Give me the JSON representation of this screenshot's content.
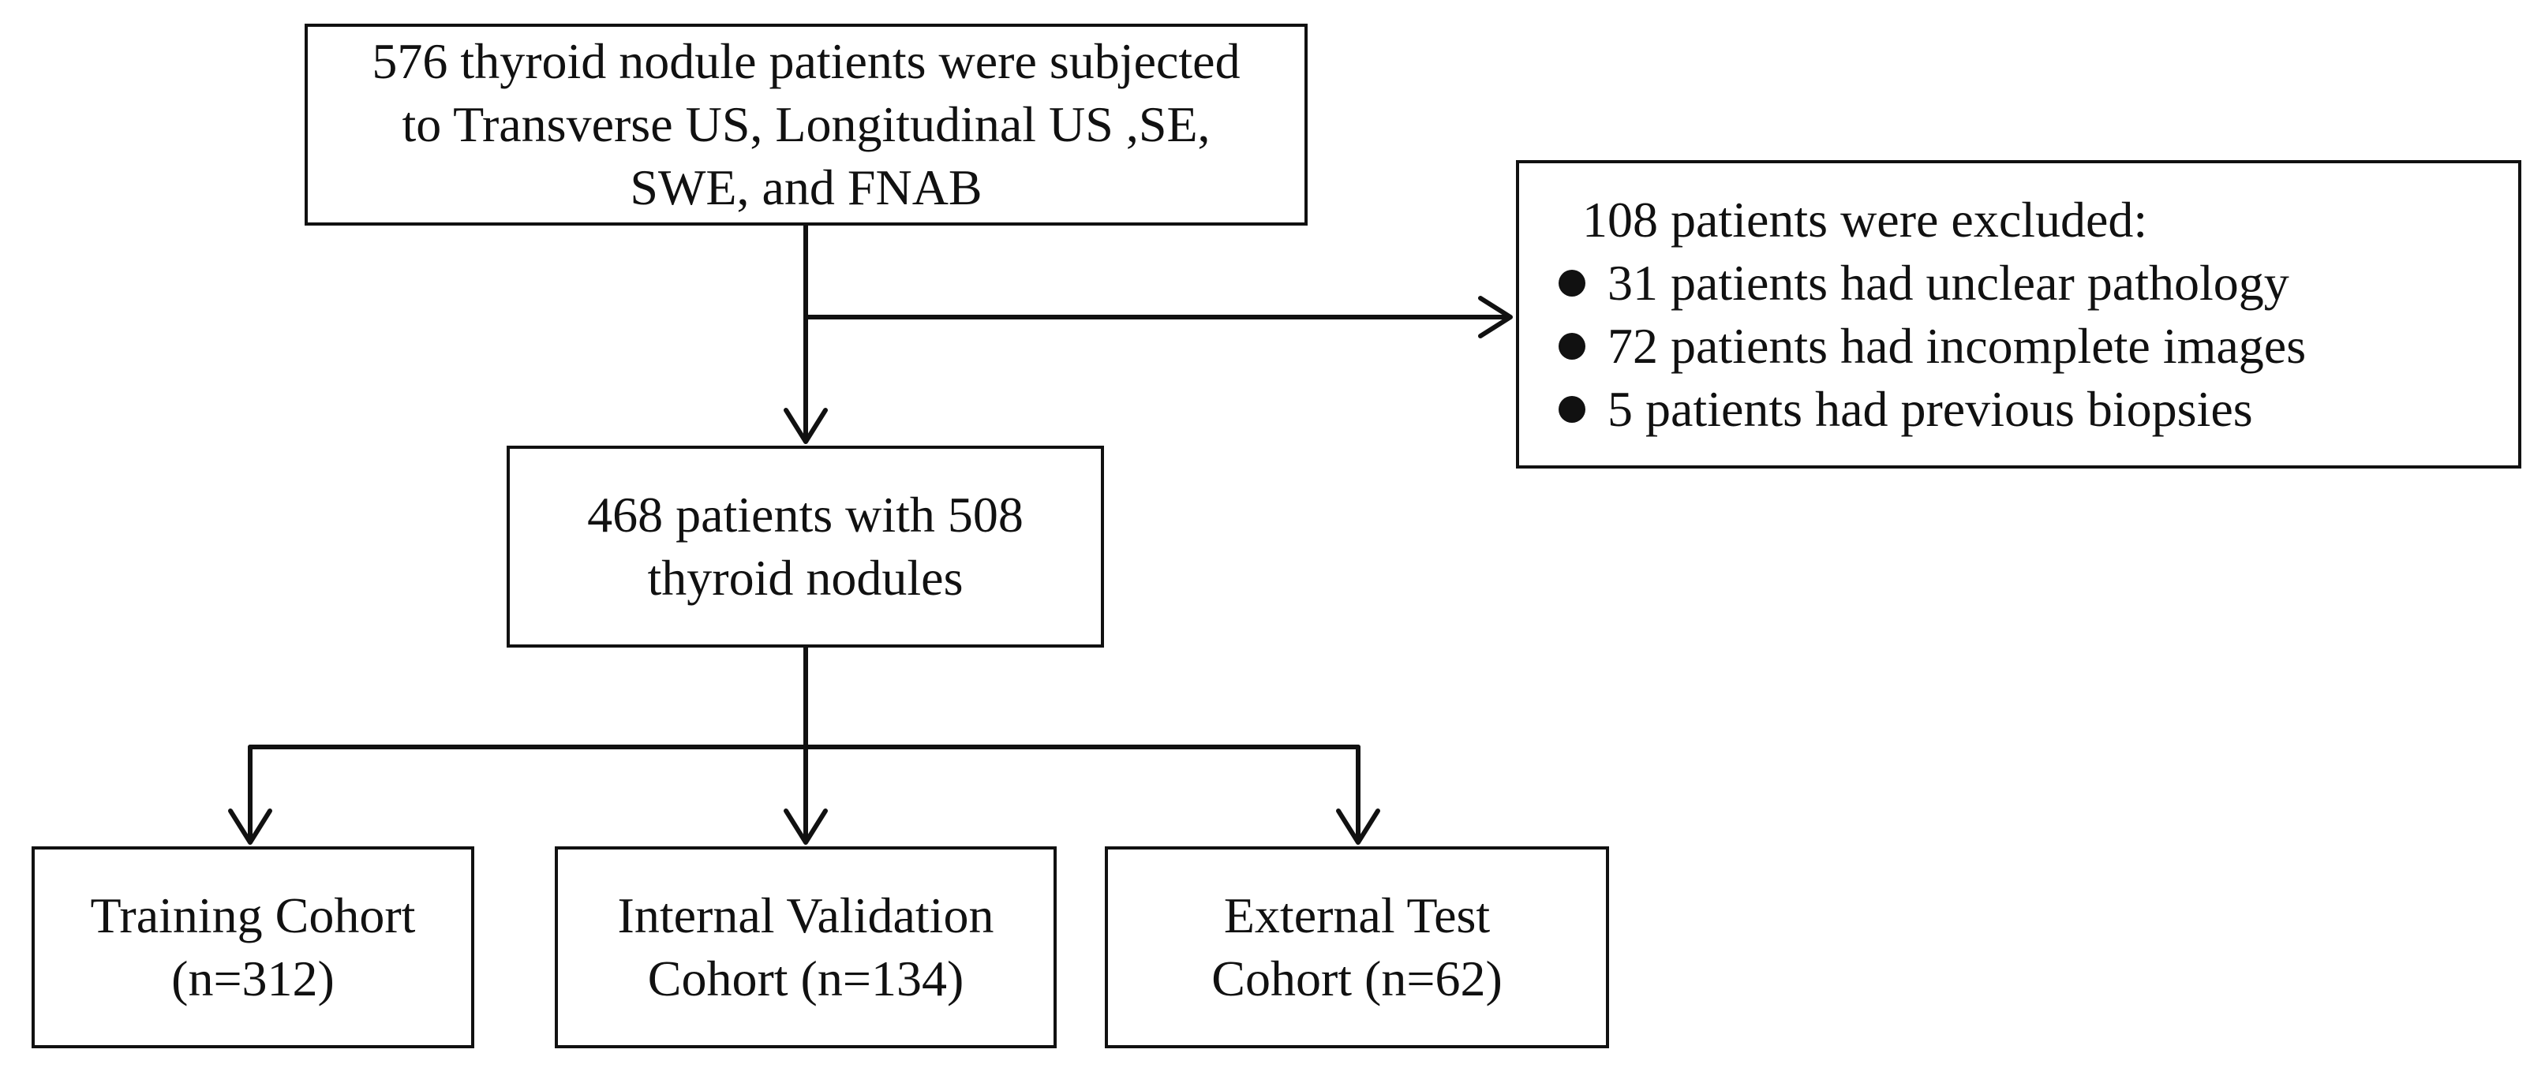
{
  "start_box": {
    "lines": [
      "576 thyroid nodule patients were subjected",
      "to Transverse US, Longitudinal US ,SE,",
      "SWE, and FNAB"
    ]
  },
  "excluded_box": {
    "title": "108 patients were excluded:",
    "items": [
      "31 patients had unclear pathology",
      "72 patients had incomplete images",
      "5 patients had previous biopsies"
    ]
  },
  "eligible_box": {
    "lines": [
      "468 patients with 508",
      "thyroid nodules"
    ]
  },
  "cohorts": [
    {
      "lines": [
        "Training Cohort",
        "(n=312)"
      ]
    },
    {
      "lines": [
        "Internal Validation",
        "Cohort (n=134)"
      ]
    },
    {
      "lines": [
        "External Test",
        "Cohort (n=62)"
      ]
    }
  ],
  "colors": {
    "line": "#111111",
    "background": "#ffffff"
  }
}
